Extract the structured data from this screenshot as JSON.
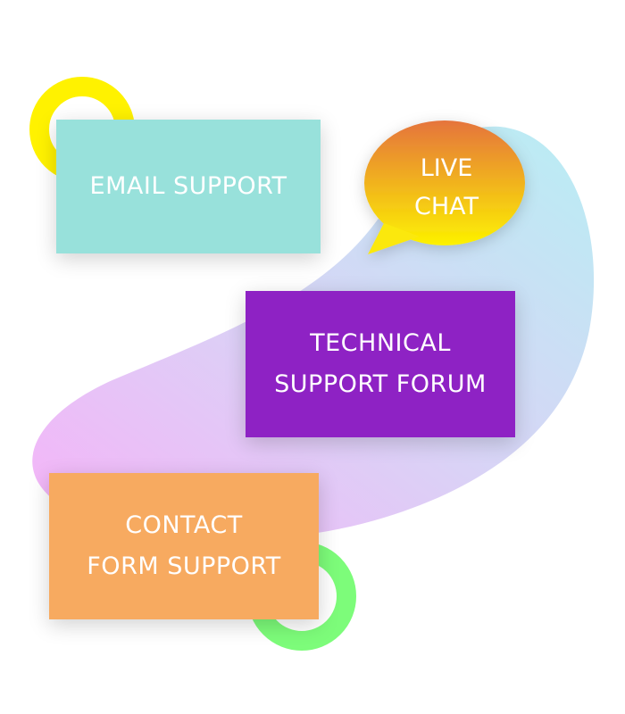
{
  "cards": {
    "email": "EMAIL SUPPORT",
    "chat_line1": "LIVE",
    "chat_line2": "CHAT",
    "forum_line1": "TECHNICAL",
    "forum_line2": "SUPPORT FORUM",
    "contact_line1": "CONTACT",
    "contact_line2": "FORM SUPPORT"
  },
  "colors": {
    "email": "#98e1db",
    "forum": "#8e22c4",
    "contact": "#f7aa60",
    "chat_top": "#e5743c",
    "chat_bottom": "#fdf200",
    "ring_yellow": "#fff200",
    "ring_green": "#7dfc7a"
  }
}
